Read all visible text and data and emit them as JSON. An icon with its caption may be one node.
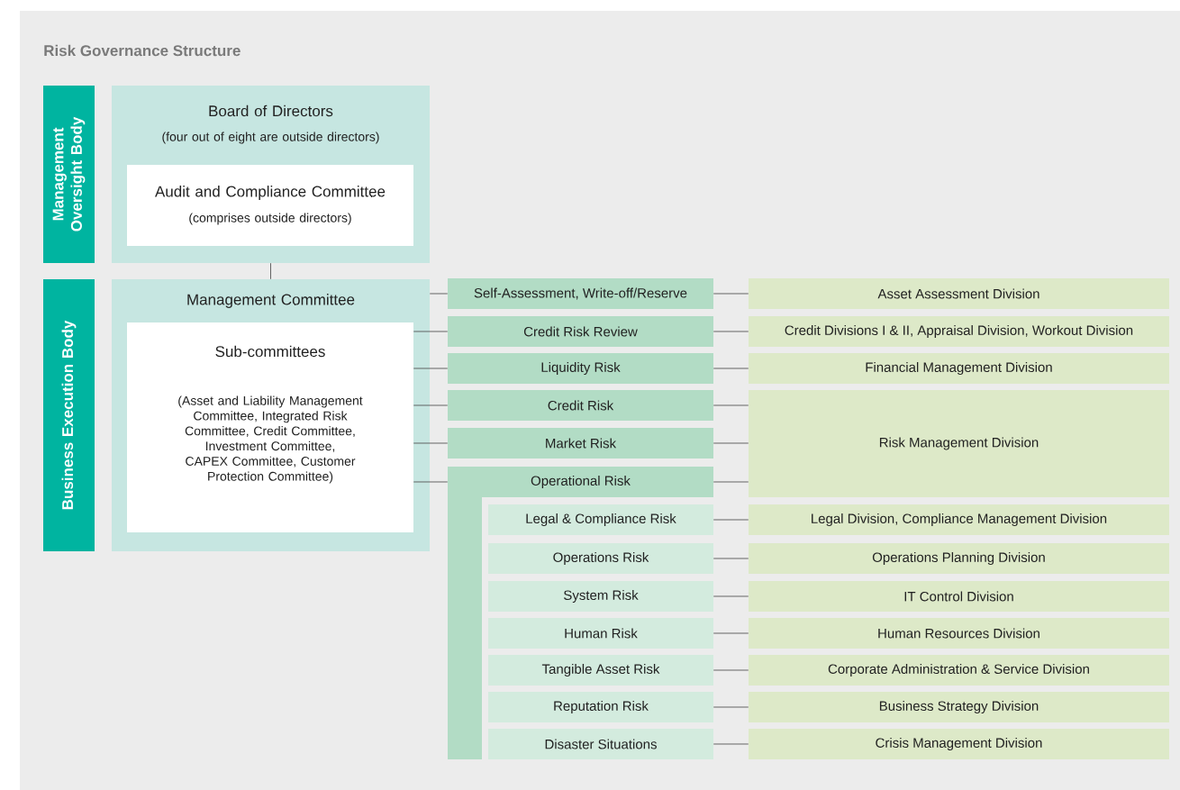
{
  "diagram": {
    "title": "Risk Governance Structure",
    "nodes": [
      {
        "text": [
          "Management Oversight Body"
        ]
      },
      {
        "text": [
          "Board of Directors",
          "(four out of eight are outside directors)"
        ]
      },
      {
        "text": [
          "Audit and Compliance Committee",
          "(comprises outside directors)"
        ],
        "in": 1
      },
      {
        "text": [
          "Business Execution Body"
        ]
      },
      {
        "text": [
          "Management Committee"
        ]
      },
      {
        "text": [
          "Sub-committees",
          "(Asset and Liability Management Committee, Integrated Risk Committee, Credit Committee, Investment Committee, CAPEX Committee, Customer Protection Committee)"
        ],
        "in": 4
      },
      {
        "text": [
          "Self-Assessment, Write-off/Reserve"
        ]
      },
      {
        "text": [
          "Credit Risk Review"
        ]
      },
      {
        "text": [
          "Liquidity Risk"
        ]
      },
      {
        "text": [
          "Credit Risk"
        ]
      },
      {
        "text": [
          "Market Risk"
        ]
      },
      {
        "text": [
          "Operational Risk"
        ]
      },
      {
        "text": [
          "Legal & Compliance Risk"
        ],
        "in": 11
      },
      {
        "text": [
          "Operations Risk"
        ],
        "in": 11
      },
      {
        "text": [
          "System Risk"
        ],
        "in": 11
      },
      {
        "text": [
          "Human Risk"
        ],
        "in": 11
      },
      {
        "text": [
          "Tangible Asset Risk"
        ],
        "in": 11
      },
      {
        "text": [
          "Reputation Risk"
        ],
        "in": 11
      },
      {
        "text": [
          "Disaster Situations"
        ],
        "in": 11
      },
      {
        "text": [
          "Asset Assessment Division"
        ]
      },
      {
        "text": [
          "Credit Divisions I & II, Appraisal Division, Workout Division"
        ]
      },
      {
        "text": [
          "Financial Management Division"
        ]
      },
      {
        "text": [
          "Risk Management Division"
        ]
      },
      {
        "text": [
          "Legal Division, Compliance Management Division"
        ]
      },
      {
        "text": [
          "Operations Planning Division"
        ]
      },
      {
        "text": [
          "IT Control Division"
        ]
      },
      {
        "text": [
          "Human Resources Division"
        ]
      },
      {
        "text": [
          "Corporate Administration & Service Division"
        ]
      },
      {
        "text": [
          "Business Strategy Division"
        ]
      },
      {
        "text": [
          "Crisis Management Division"
        ]
      }
    ],
    "edges": [
      {
        "from": 1,
        "to": 4,
        "arrow": "none"
      },
      {
        "from": 4,
        "to": 6,
        "arrow": "none"
      },
      {
        "from": 5,
        "to": 7,
        "arrow": "none"
      },
      {
        "from": 5,
        "to": 8,
        "arrow": "none"
      },
      {
        "from": 5,
        "to": 9,
        "arrow": "none"
      },
      {
        "from": 5,
        "to": 10,
        "arrow": "none"
      },
      {
        "from": 5,
        "to": 11,
        "arrow": "none"
      },
      {
        "from": 6,
        "to": 19,
        "arrow": "none"
      },
      {
        "from": 7,
        "to": 20,
        "arrow": "none"
      },
      {
        "from": 8,
        "to": 21,
        "arrow": "none"
      },
      {
        "from": 9,
        "to": 22,
        "arrow": "none"
      },
      {
        "from": 10,
        "to": 22,
        "arrow": "none"
      },
      {
        "from": 11,
        "to": 22,
        "arrow": "none"
      },
      {
        "from": 12,
        "to": 23,
        "arrow": "none"
      },
      {
        "from": 13,
        "to": 24,
        "arrow": "none"
      },
      {
        "from": 14,
        "to": 25,
        "arrow": "none"
      },
      {
        "from": 15,
        "to": 26,
        "arrow": "none"
      },
      {
        "from": 16,
        "to": 27,
        "arrow": "none"
      },
      {
        "from": 17,
        "to": 28,
        "arrow": "none"
      },
      {
        "from": 18,
        "to": 29,
        "arrow": "none"
      }
    ]
  }
}
